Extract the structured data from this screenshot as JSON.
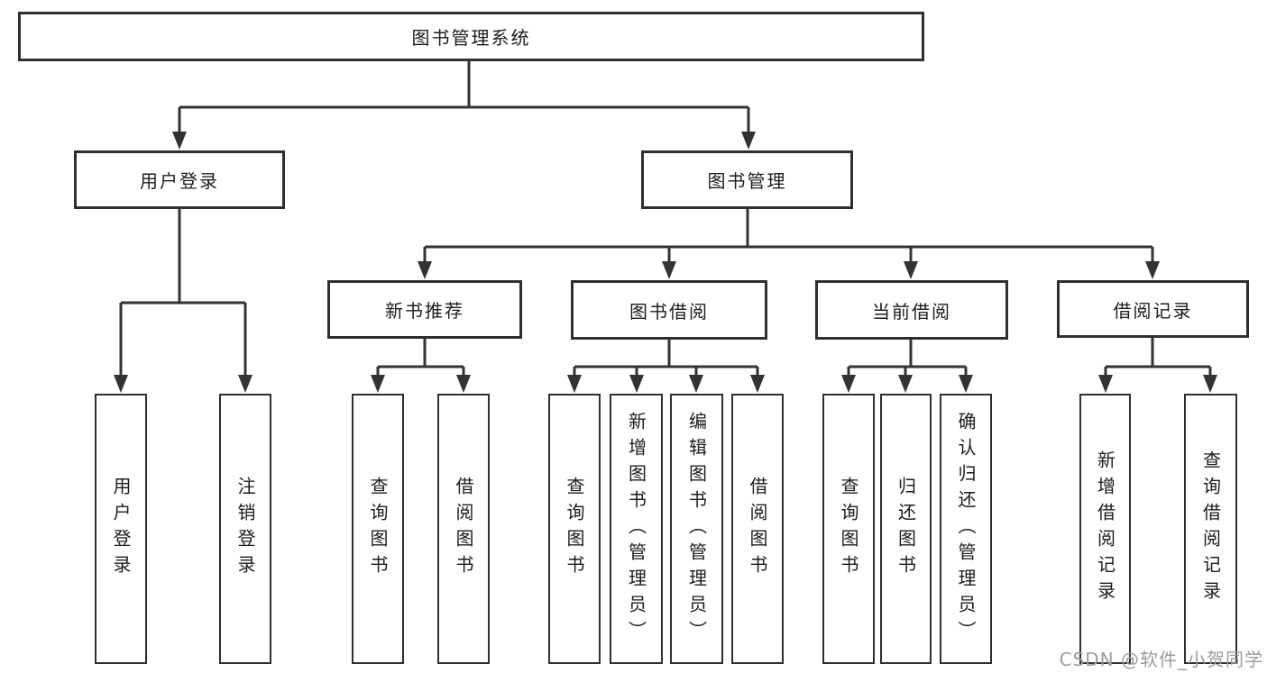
{
  "diagram": {
    "root": {
      "label": "图书管理系统"
    },
    "level2": [
      {
        "label": "用户登录"
      },
      {
        "label": "图书管理"
      }
    ],
    "level3": [
      {
        "label": "新书推荐"
      },
      {
        "label": "图书借阅"
      },
      {
        "label": "当前借阅"
      },
      {
        "label": "借阅记录"
      }
    ],
    "leaves": [
      {
        "label": "用户登录"
      },
      {
        "label": "注销登录"
      },
      {
        "label": "查询图书"
      },
      {
        "label": "借阅图书"
      },
      {
        "label": "查询图书"
      },
      {
        "label": "新增图书（管理员）"
      },
      {
        "label": "编辑图书（管理员）"
      },
      {
        "label": "借阅图书"
      },
      {
        "label": "查询图书"
      },
      {
        "label": "归还图书"
      },
      {
        "label": "确认归还（管理员）"
      },
      {
        "label": "新增借阅记录"
      },
      {
        "label": "查询借阅记录"
      }
    ]
  },
  "watermark": {
    "text": "CSDN @软件_小贺同学"
  },
  "colors": {
    "line": "#333333",
    "box_border": "#2f2f2f",
    "text": "#1c1c1c",
    "watermark": "#9c9c9c",
    "background": "#ffffff"
  }
}
